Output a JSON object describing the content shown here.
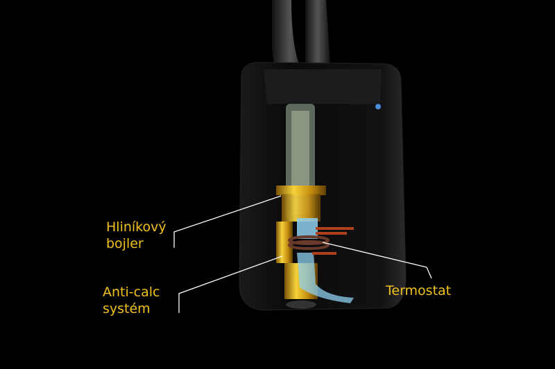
{
  "labels": {
    "boiler": [
      "Hliníkový",
      "bojler"
    ],
    "anticalc": [
      "Anti-calc",
      "systém"
    ],
    "thermostat": "Termostat"
  },
  "colors": {
    "label": "#f2c21b",
    "brass": "#d4a419",
    "body": "#0d0d0f",
    "water": "#8fd0f0",
    "coil": "#b0401c"
  }
}
